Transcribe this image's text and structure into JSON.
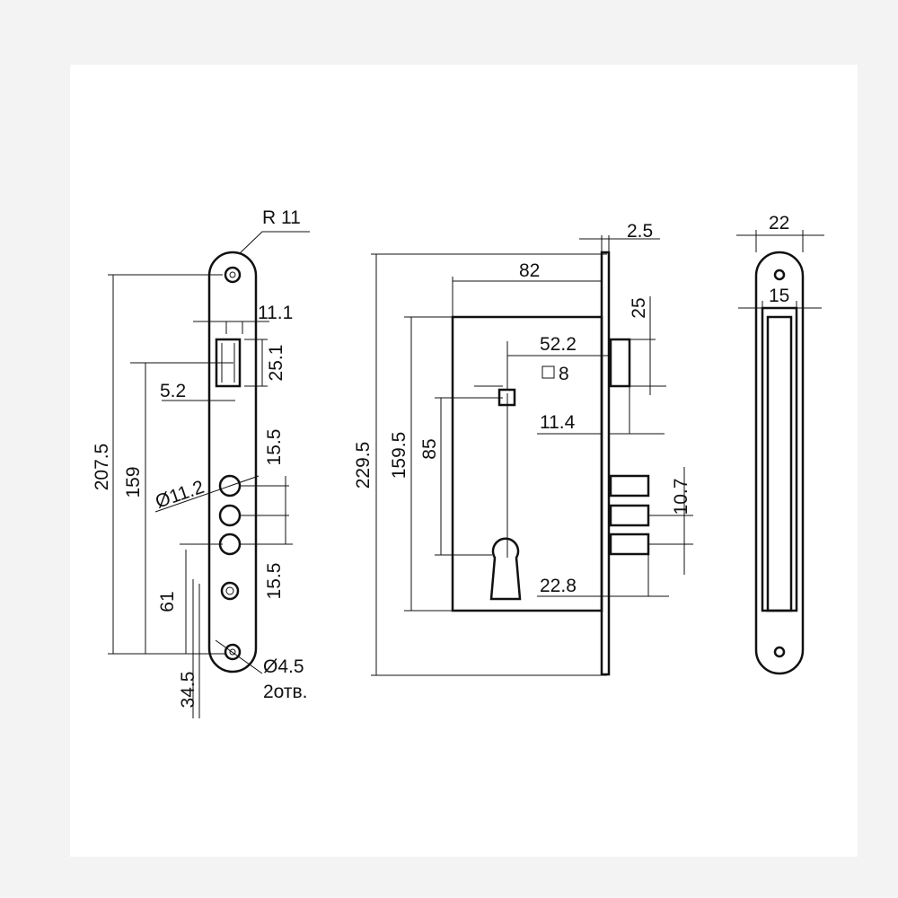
{
  "colors": {
    "background": "#f3f3f3",
    "sheet": "#ffffff",
    "ink": "#111111"
  },
  "front_view": {
    "radius": "R 11",
    "width_11_1": "11.1",
    "height_25_1": "25.1",
    "offset_5_2": "5.2",
    "pitch_15_5_top": "15.5",
    "hole_dia": "Ø11.2",
    "pitch_15_5_bottom": "15.5",
    "height_207_5": "207.5",
    "height_159": "159",
    "height_61": "61",
    "height_34_5": "34.5",
    "screw_dia": "Ø4.5",
    "screw_qty": "2отв."
  },
  "side_view": {
    "faceplate_thk": "2.5",
    "case_width": "82",
    "latch_height": "25",
    "backset": "52.2",
    "spindle": "8",
    "latch_offset": "11.4",
    "total_height": "229.5",
    "case_height": "159.5",
    "center_distance": "85",
    "bolt_pitch": "10.7",
    "cylinder_offset": "22.8"
  },
  "end_view": {
    "plate_width": "22",
    "body_width": "15"
  }
}
